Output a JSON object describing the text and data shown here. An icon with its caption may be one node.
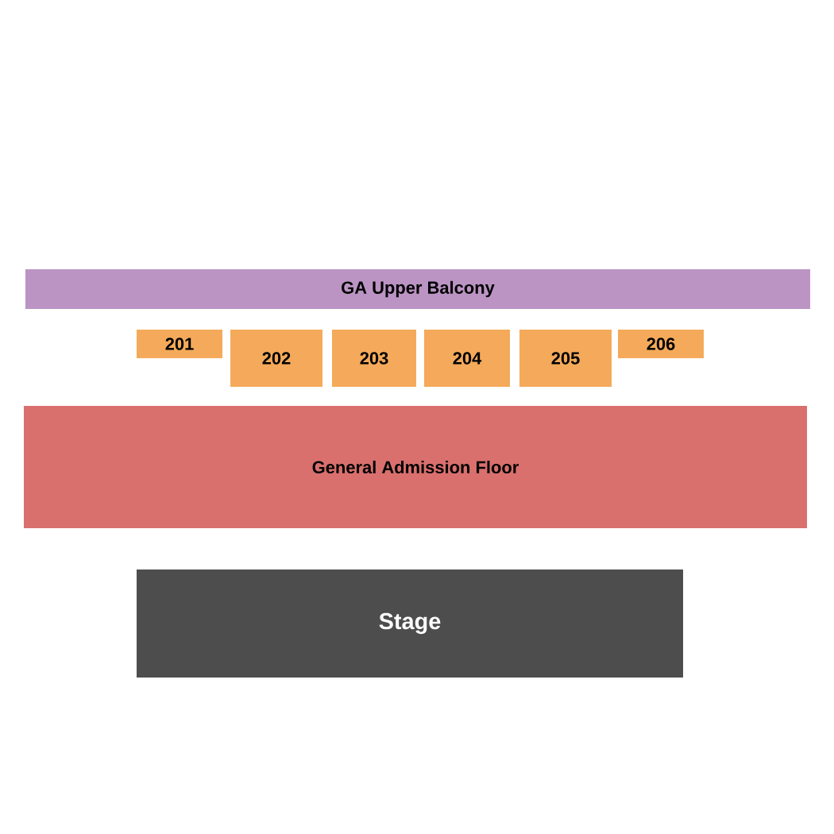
{
  "diagram": {
    "nodes": [
      {
        "text": [
          "GA Upper Balcony"
        ]
      },
      {
        "text": [
          "201"
        ]
      },
      {
        "text": [
          "202"
        ]
      },
      {
        "text": [
          "203"
        ]
      },
      {
        "text": [
          "204"
        ]
      },
      {
        "text": [
          "205"
        ]
      },
      {
        "text": [
          "206"
        ]
      },
      {
        "text": [
          "General Admission Floor"
        ]
      },
      {
        "text": [
          "Stage"
        ]
      }
    ]
  }
}
